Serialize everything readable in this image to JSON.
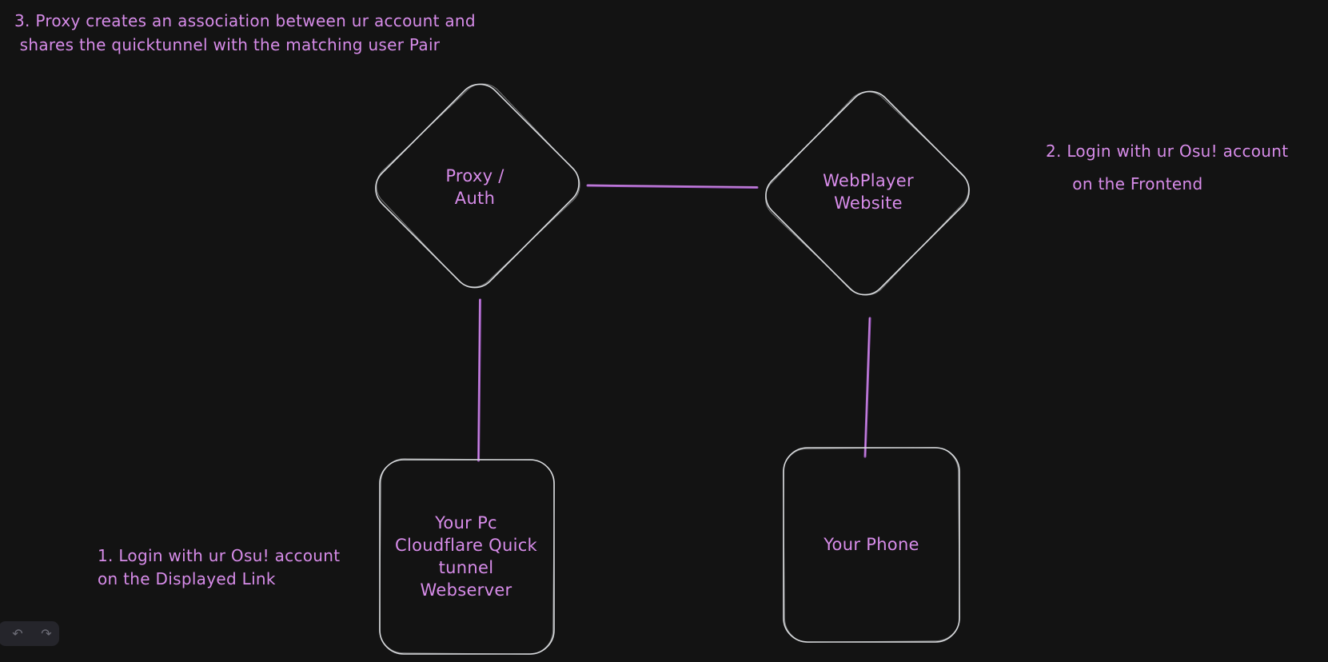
{
  "canvas": {
    "background": "#131313",
    "shape_stroke_color": "#d9dbde",
    "text_color": "#d78ce9",
    "connector_color": "#b269d2"
  },
  "annotations": {
    "step3": "3. Proxy creates an association between ur account and\n shares the quicktunnel with the matching user Pair",
    "step2": "2. Login with ur Osu! account\n     on the Frontend",
    "step1": "1. Login with ur Osu! account\non the Displayed Link"
  },
  "nodes": {
    "proxy_auth": {
      "shape": "diamond",
      "label": "Proxy /\nAuth"
    },
    "webplayer": {
      "shape": "diamond",
      "label": "WebPlayer\nWebsite"
    },
    "pc_tunnel": {
      "shape": "rounded-rectangle",
      "label": "Your Pc\nCloudflare Quick\ntunnel\nWebserver"
    },
    "phone": {
      "shape": "rounded-rectangle",
      "label": "Your Phone"
    }
  },
  "connections": [
    {
      "from": "proxy_auth",
      "to": "webplayer"
    },
    {
      "from": "proxy_auth",
      "to": "pc_tunnel"
    },
    {
      "from": "webplayer",
      "to": "phone"
    }
  ],
  "toolbar": {
    "undo_icon": "↶",
    "redo_icon": "↷"
  }
}
